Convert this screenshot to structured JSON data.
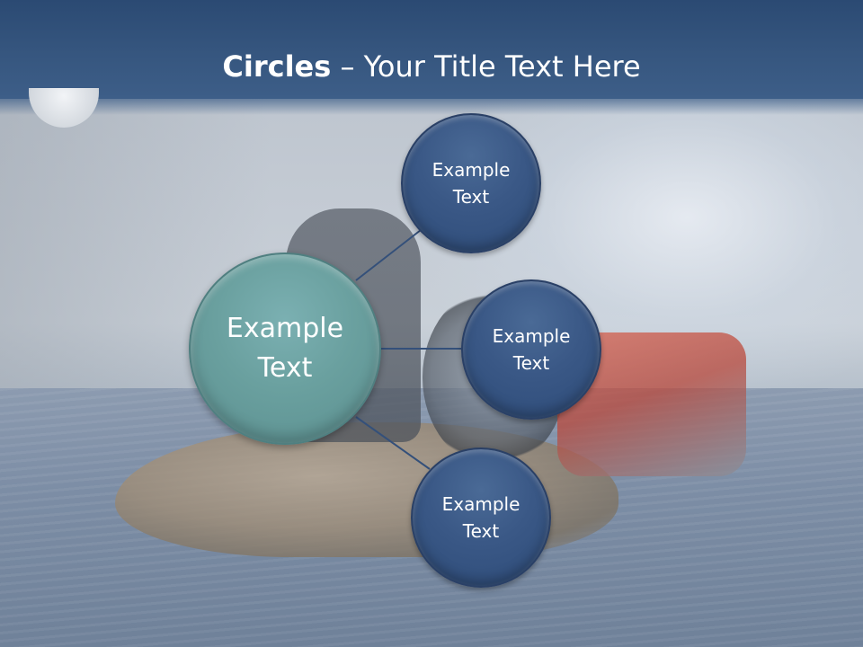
{
  "slide": {
    "title_bold": "Circles",
    "title_rest": " – Your Title Text Here"
  },
  "center_circle": {
    "label": "Example\nText"
  },
  "outer_circles": [
    {
      "label": "Example\nText"
    },
    {
      "label": "Example\nText"
    },
    {
      "label": "Example\nText"
    }
  ],
  "colors": {
    "title_bar": "#36567f",
    "center_circle": "#6aa09f",
    "outer_circle": "#3a5886",
    "connector": "#34507a"
  }
}
